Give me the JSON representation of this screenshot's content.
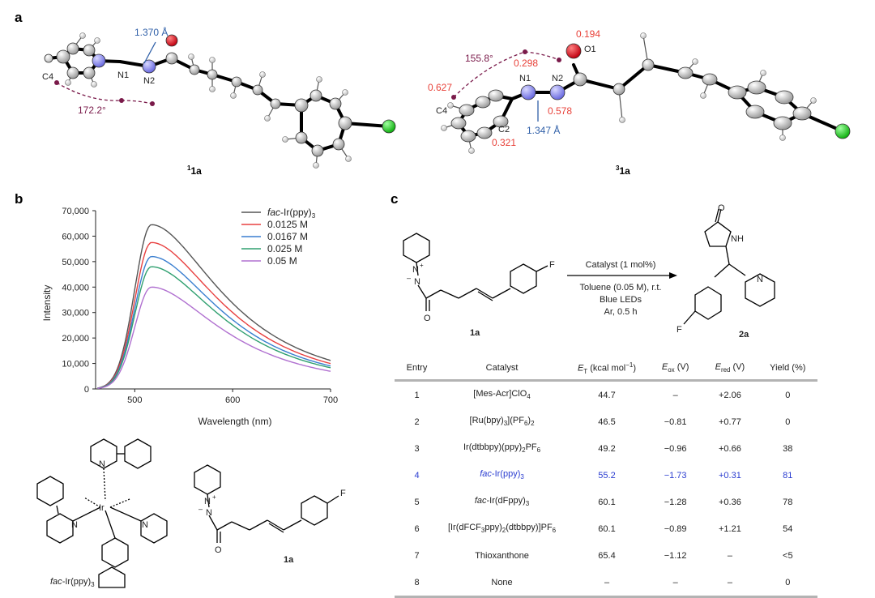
{
  "panels": {
    "a": "a",
    "b": "b",
    "c": "c"
  },
  "panel_a": {
    "left": {
      "bond": "1.370 Å",
      "n1": "N1",
      "n2": "N2",
      "c4": "C4",
      "angle": "172.2°",
      "label_sup": "1",
      "label": "1a"
    },
    "right": {
      "angle": "155.8°",
      "n1": "N1",
      "n2": "N2",
      "c4": "C4",
      "c2": "C2",
      "o1": "O1",
      "bond": "1.347 Å",
      "q_o1": "0.194",
      "q_n1": "0.298",
      "q_c4": "0.627",
      "q_n2": "0.578",
      "q_c2": "0.321",
      "label_sup": "3",
      "label": "1a"
    },
    "colors": {
      "bond_label": "#2f5fa8",
      "charge": "#e8423a",
      "angle": "#7a1a4a",
      "oxygen": "#e0141b",
      "nitrogen": "#8080e8",
      "chlorine": "#22cc22"
    }
  },
  "chart_data": {
    "type": "line",
    "xlabel": "Wavelength (nm)",
    "ylabel": "Intensity",
    "xlim": [
      460,
      700
    ],
    "ylim": [
      0,
      70000
    ],
    "xticks": [
      500,
      600,
      700
    ],
    "yticks": [
      "0",
      "10,000",
      "20,000",
      "30,000",
      "40,000",
      "50,000",
      "60,000",
      "70,000"
    ],
    "ytick_values": [
      0,
      10000,
      20000,
      30000,
      40000,
      50000,
      60000,
      70000
    ],
    "legend_position": "top-right",
    "series": [
      {
        "name_pre": "fac",
        "name_post": "-Ir(ppy)",
        "name_sub": "3",
        "color": "#555555",
        "peak": 64500
      },
      {
        "name": "0.0125 M",
        "color": "#e84040",
        "peak": 57500
      },
      {
        "name": "0.0167 M",
        "color": "#3a7fd0",
        "peak": 52000
      },
      {
        "name": "0.025 M",
        "color": "#30a070",
        "peak": 48000
      },
      {
        "name": "0.05 M",
        "color": "#b070d0",
        "peak": 40000
      }
    ]
  },
  "panel_b_structures": {
    "ir_metal": "Ir",
    "ir_label_pre": "fac",
    "ir_label_post": "-Ir(ppy)",
    "ir_label_sub": "3",
    "n": "N",
    "f": "F",
    "o": "O",
    "plus": "+",
    "minus": "–",
    "label": "1a"
  },
  "scheme": {
    "reagent": "Catalyst (1 mol%)",
    "conditions": [
      "Toluene (0.05 M), r.t.",
      "Blue LEDs",
      "Ar, 0.5 h"
    ],
    "sm_label": "1a",
    "product_label": "2a",
    "nh": "NH",
    "n": "N",
    "f": "F",
    "o": "O",
    "plus": "+",
    "minus": "–"
  },
  "table": {
    "headers": {
      "entry": "Entry",
      "catalyst": "Catalyst",
      "et": "E",
      "et_sub": "T",
      "et_unit": " (kcal mol",
      "et_sup": "−1",
      "et_close": ")",
      "eox": "E",
      "eox_sub": "ox",
      "eox_unit": " (V)",
      "ered": "E",
      "ered_sub": "red",
      "ered_unit": " (V)",
      "yield": "Yield (%)"
    },
    "rows": [
      {
        "entry": "1",
        "cat": {
          "a": "[Mes-Acr]ClO",
          "s1": "4",
          "b": "",
          "s2": "",
          "c": ""
        },
        "et": "44.7",
        "eox": "–",
        "ered": "+2.06",
        "yield": "0"
      },
      {
        "entry": "2",
        "cat": {
          "a": "[Ru(bpy)",
          "s1": "3",
          "b": "](PF",
          "s2": "6",
          "c": ")",
          "s3": "2"
        },
        "et": "46.5",
        "eox": "−0.81",
        "ered": "+0.77",
        "yield": "0"
      },
      {
        "entry": "3",
        "cat": {
          "a": "Ir(dtbbpy)(ppy)",
          "s1": "2",
          "b": "PF",
          "s2": "6",
          "c": ""
        },
        "et": "49.2",
        "eox": "−0.96",
        "ered": "+0.66",
        "yield": "38"
      },
      {
        "entry": "4",
        "cat": {
          "i": "fac",
          "a": "-Ir(ppy)",
          "s1": "3",
          "b": "",
          "s2": "",
          "c": ""
        },
        "et": "55.2",
        "eox": "−1.73",
        "ered": "+0.31",
        "yield": "81",
        "highlight": true
      },
      {
        "entry": "5",
        "cat": {
          "i": "fac",
          "a": "-Ir(dFppy)",
          "s1": "3",
          "b": "",
          "s2": "",
          "c": ""
        },
        "et": "60.1",
        "eox": "−1.28",
        "ered": "+0.36",
        "yield": "78"
      },
      {
        "entry": "6",
        "cat": {
          "a": "[Ir(dFCF",
          "s1": "3",
          "b": "ppy)",
          "s2": "2",
          "c": "(dtbbpy)]PF",
          "s3": "6"
        },
        "et": "60.1",
        "eox": "−0.89",
        "ered": "+1.21",
        "yield": "54"
      },
      {
        "entry": "7",
        "cat": {
          "a": "Thioxanthone",
          "s1": "",
          "b": "",
          "s2": "",
          "c": ""
        },
        "et": "65.4",
        "eox": "−1.12",
        "ered": "–",
        "yield": "<5"
      },
      {
        "entry": "8",
        "cat": {
          "a": "None",
          "s1": "",
          "b": "",
          "s2": "",
          "c": ""
        },
        "et": "–",
        "eox": "–",
        "ered": "–",
        "yield": "0"
      }
    ]
  }
}
